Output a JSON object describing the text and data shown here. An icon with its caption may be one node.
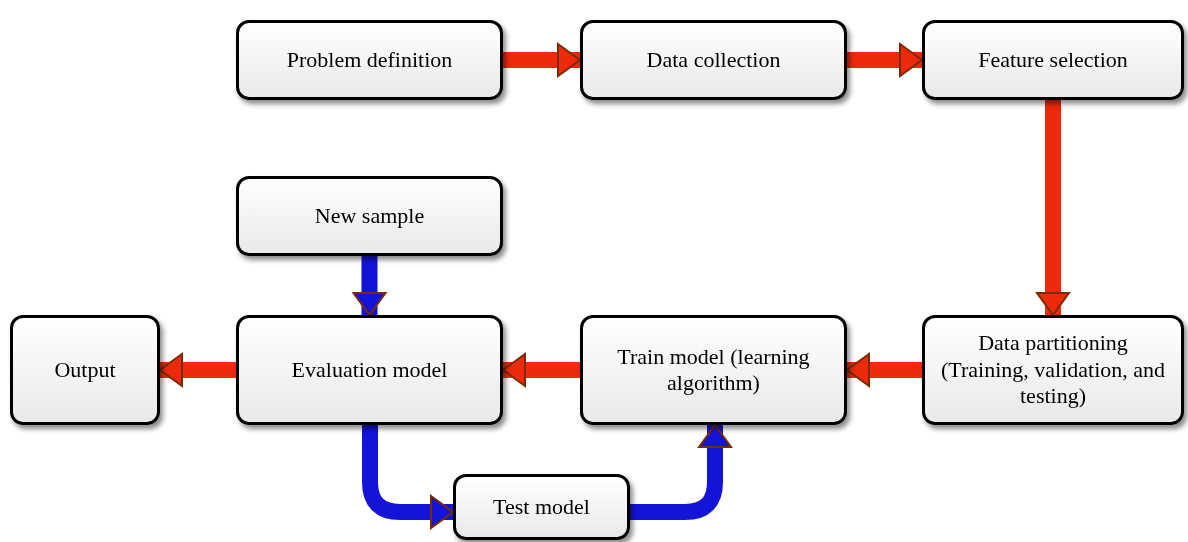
{
  "diagram": {
    "nodes": [
      {
        "text": [
          "Problem definition"
        ]
      },
      {
        "text": [
          "Data collection"
        ]
      },
      {
        "text": [
          "Feature selection"
        ]
      },
      {
        "text": [
          "New sample"
        ]
      },
      {
        "text": [
          "Output"
        ]
      },
      {
        "text": [
          "Evaluation model"
        ]
      },
      {
        "text": [
          "Train model (learning algorithm)"
        ]
      },
      {
        "text": [
          "Data partitioning (Training, validation, and testing)"
        ]
      },
      {
        "text": [
          "Test model"
        ]
      }
    ],
    "edges": [
      {
        "from": 0,
        "to": 1,
        "arrow": "to"
      },
      {
        "from": 1,
        "to": 2,
        "arrow": "to"
      },
      {
        "from": 2,
        "to": 7,
        "arrow": "to"
      },
      {
        "from": 7,
        "to": 6,
        "arrow": "to"
      },
      {
        "from": 6,
        "to": 5,
        "arrow": "to"
      },
      {
        "from": 3,
        "to": 5,
        "arrow": "to",
        "color": "#1414d8"
      },
      {
        "from": 5,
        "to": 4,
        "arrow": "to"
      },
      {
        "from": 5,
        "to": 8,
        "arrow": "to",
        "color": "#1414d8"
      },
      {
        "from": 8,
        "to": 6,
        "arrow": "to",
        "color": "#1414d8"
      }
    ]
  }
}
